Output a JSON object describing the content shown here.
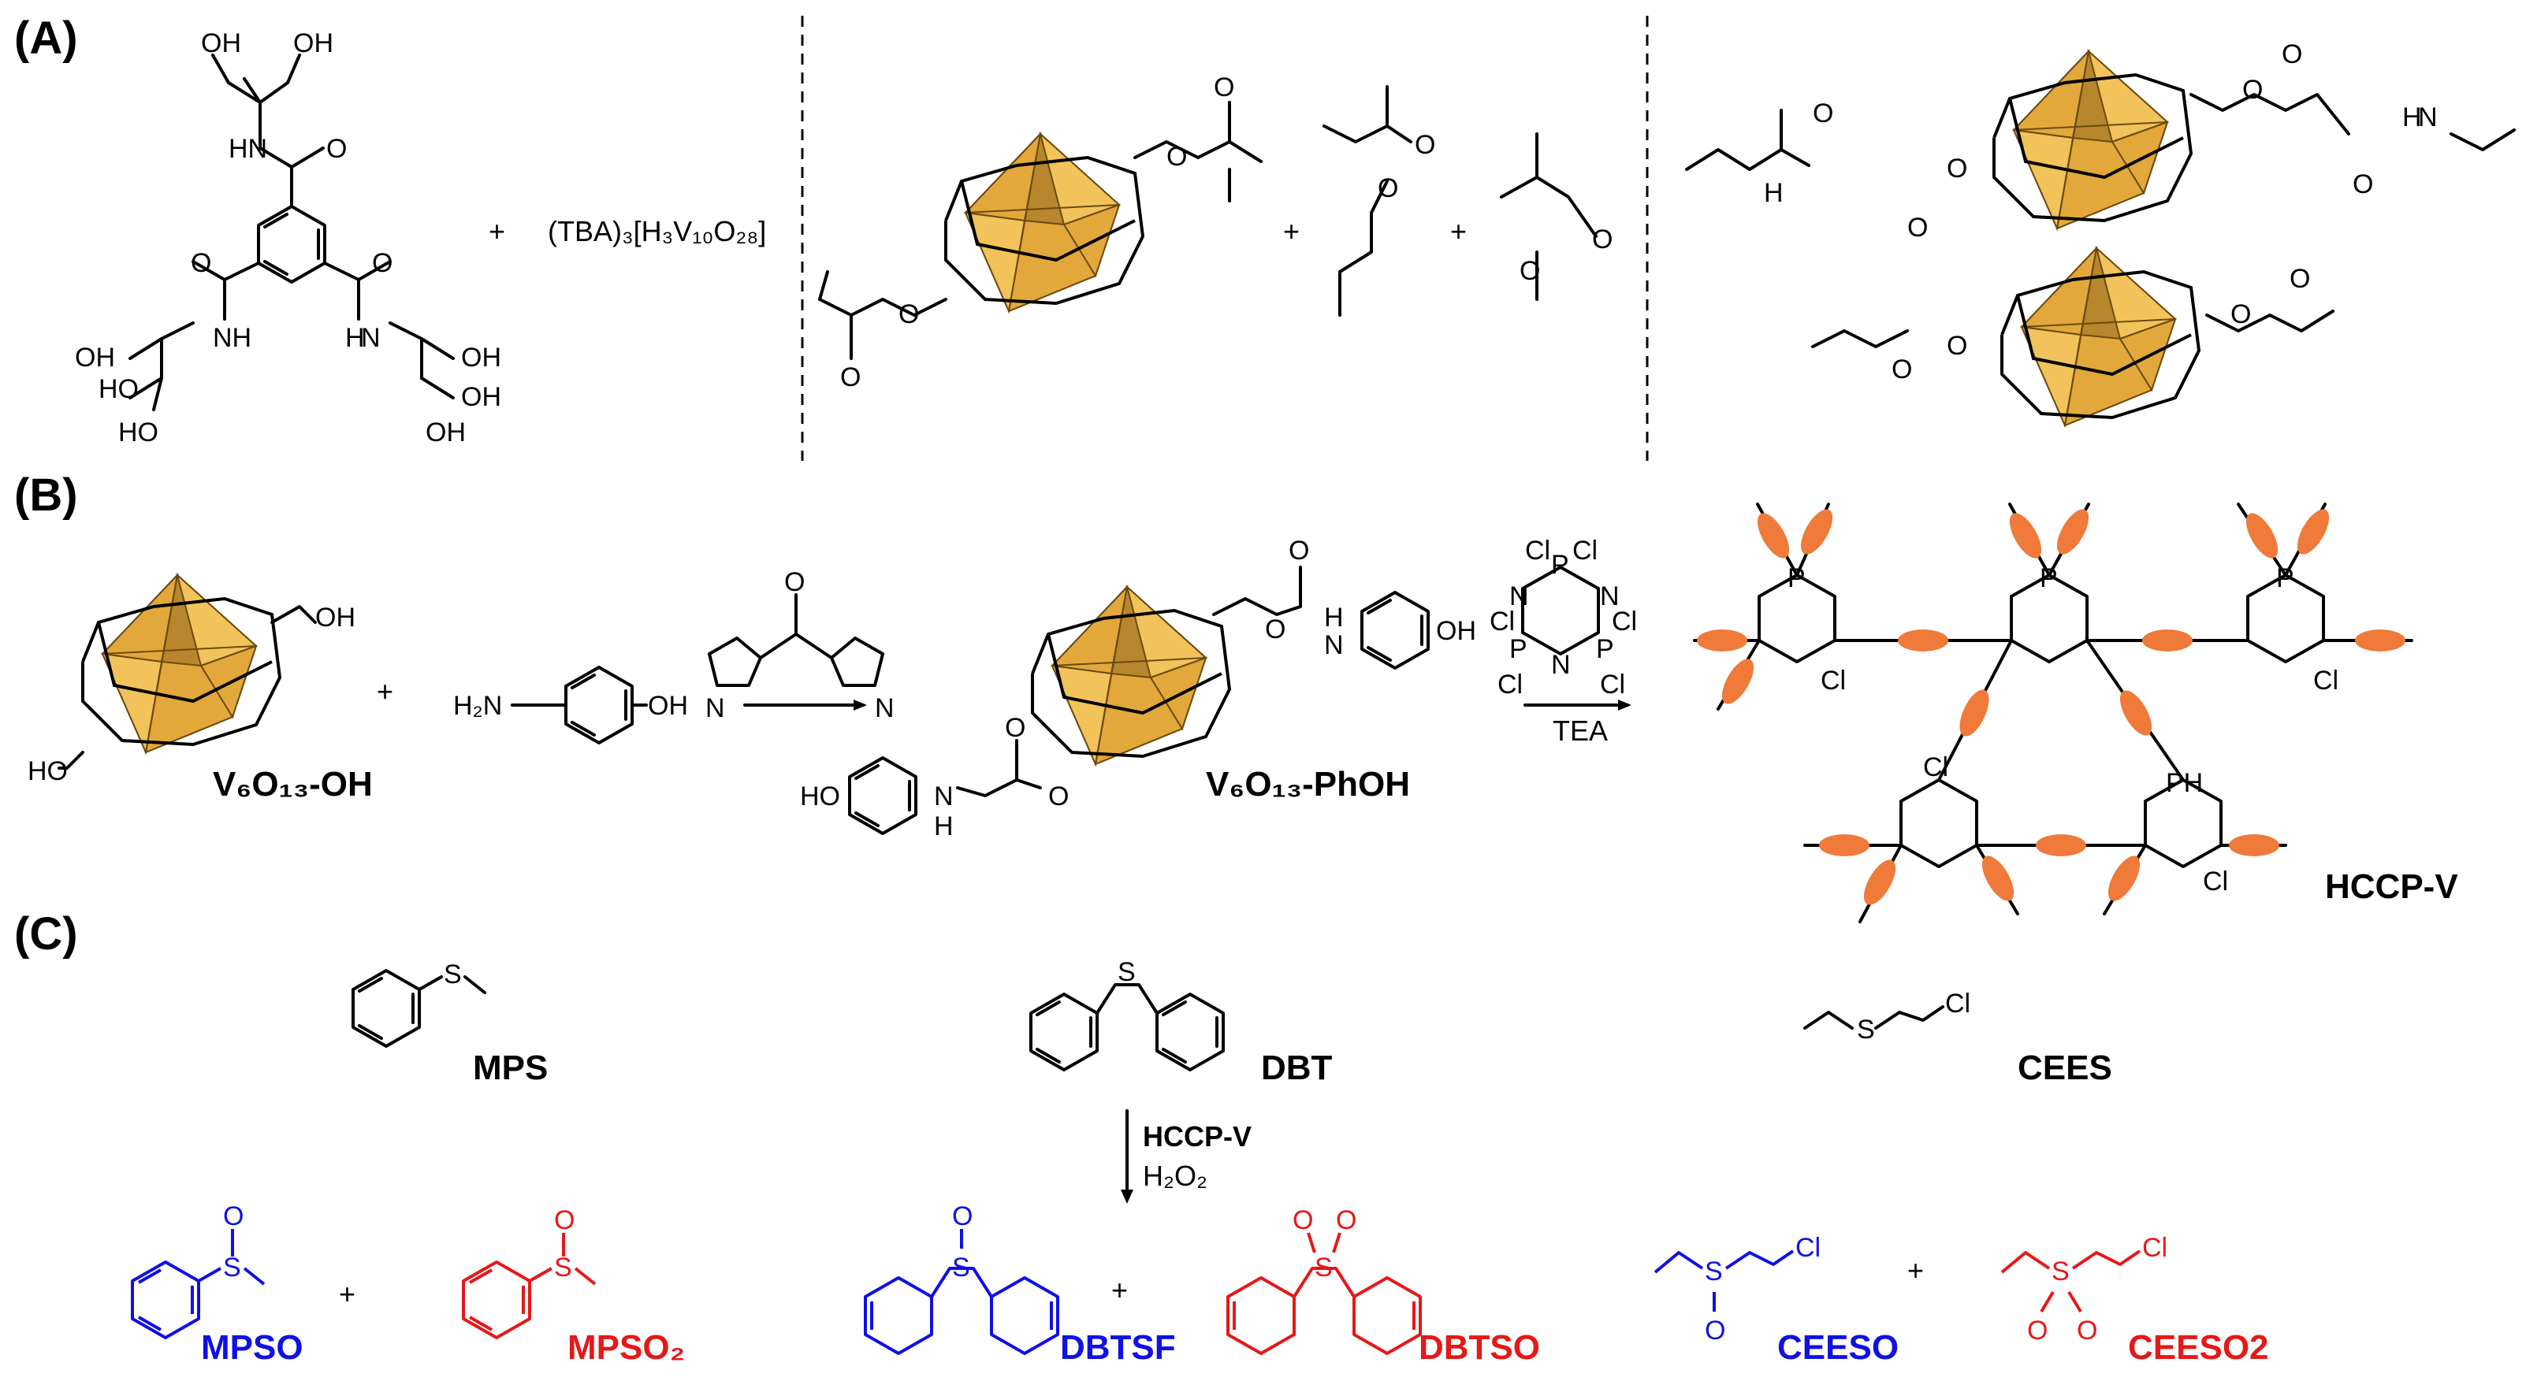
{
  "panels": {
    "a": "(A)",
    "b": "(B)",
    "c": "(C)"
  },
  "panel_a": {
    "plus": "+",
    "reagent": "(TBA)₃[H₃V₁₀O₂₈]",
    "atoms": {
      "oh": "OH",
      "ho": "HO",
      "nh": "NH",
      "hn": "HN",
      "o": "O",
      "h": "H",
      "n": "N"
    }
  },
  "panel_b": {
    "plus": "+",
    "v6o13_oh": "V₆O₁₃-OH",
    "v6o13_phoh": "V₆O₁₃-PhOH",
    "h2n": "H₂N",
    "oh": "OH",
    "ho": "HO",
    "tea": "TEA",
    "hccp_v": "HCCP-V",
    "atoms": {
      "p": "P",
      "n": "N",
      "cl": "Cl",
      "ph": "PH",
      "h": "H",
      "o": "O"
    }
  },
  "panel_c": {
    "reactants": [
      "MPS",
      "DBT",
      "CEES"
    ],
    "catalyst": "HCCP-V",
    "oxidant": "H₂O₂",
    "atoms": {
      "s": "S",
      "o": "O",
      "cl": "Cl"
    },
    "products": [
      {
        "name": "MPSO",
        "color": "#1010e6"
      },
      {
        "name": "MPSO₂",
        "color": "#e61818"
      },
      {
        "name": "DBTSF",
        "color": "#1010e6"
      },
      {
        "name": "DBTSO",
        "color": "#e61818"
      },
      {
        "name": "CEESO",
        "color": "#1010e6"
      },
      {
        "name": "CEESO2",
        "color": "#e61818"
      }
    ],
    "plus": "+"
  },
  "colors": {
    "sulfoxide": "#1010e6",
    "sulfone": "#e61818",
    "polyoxovanadate": "#e3a83b",
    "linker": "#f07a3a"
  }
}
